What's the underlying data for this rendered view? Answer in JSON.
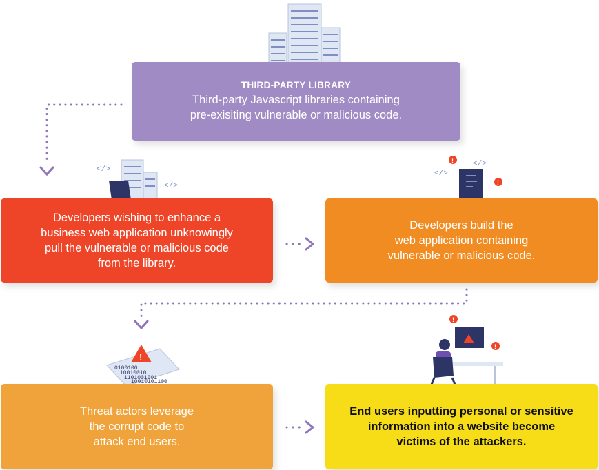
{
  "top": {
    "heading": "THIRD-PARTY LIBRARY",
    "lines": [
      "Third-party Javascript libraries containing",
      "pre-exisiting vulnerable or malicious code."
    ]
  },
  "step1": {
    "lines": [
      "Developers wishing to enhance a",
      "business web application unknowingly",
      "pull the vulnerable or malicious code",
      "from the library."
    ]
  },
  "step2": {
    "lines": [
      "Developers build the",
      "web application containing",
      "vulnerable or malicious code."
    ]
  },
  "step3": {
    "lines": [
      "Threat actors leverage",
      "the corrupt code to",
      "attack end users."
    ]
  },
  "step4": {
    "lines": [
      "End users inputting personal or sensitive",
      "information into a website become",
      "victims of the attackers."
    ]
  },
  "icons": {
    "code_tag": "</>",
    "binary_lines": [
      "0100100",
      "10010010",
      "1101001001",
      "10010101100"
    ]
  },
  "colors": {
    "purple": "#a18bc4",
    "red": "#ee4427",
    "orange": "#f08c22",
    "amber": "#f0a33a",
    "yellow": "#f7dd17",
    "connector": "#8e76b8"
  }
}
